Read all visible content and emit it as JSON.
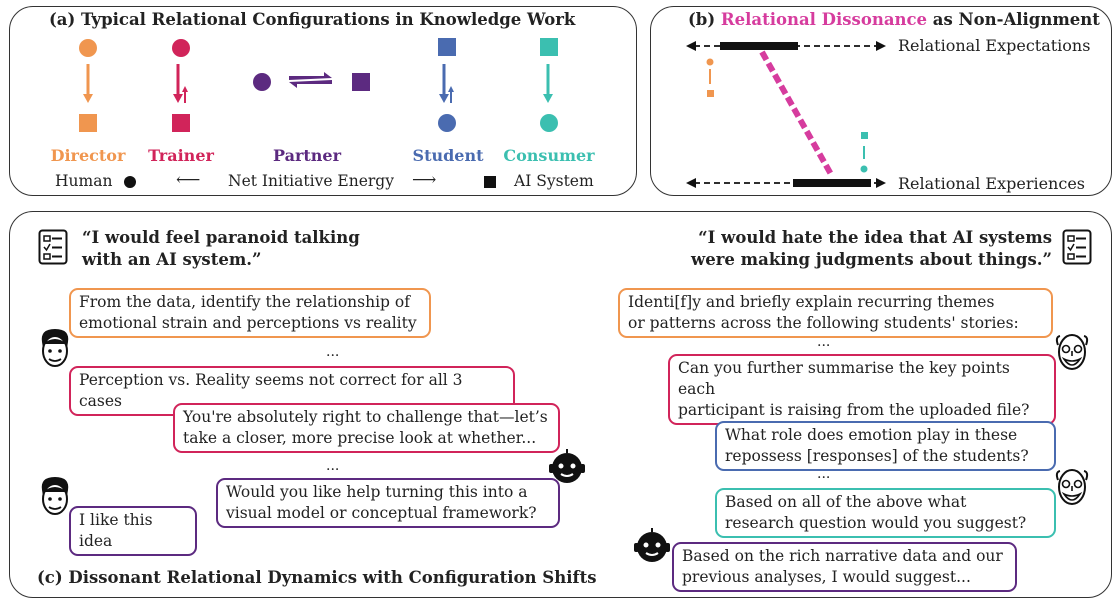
{
  "panel_a": {
    "title": "(a) Typical Relational Configurations in Knowledge Work",
    "roles": [
      {
        "name": "Director",
        "color": "#f0964f"
      },
      {
        "name": "Trainer",
        "color": "#d1245a"
      },
      {
        "name": "Partner",
        "color": "#5c2a80"
      },
      {
        "name": "Student",
        "color": "#4a6bb0"
      },
      {
        "name": "Consumer",
        "color": "#3bbfb0"
      }
    ],
    "legend": {
      "human": "Human",
      "arrow_left": "⟵",
      "energy": "Net Initiative Energy",
      "arrow_right": "⟶",
      "ai": "AI System"
    }
  },
  "panel_b": {
    "title_prefix": "(b) ",
    "title_highlight": "Relational Dissonance",
    "title_suffix": " as Non-Alignment",
    "expectations": "Relational Expectations",
    "experiences": "Relational Experiences",
    "highlight_color": "#d63c9e"
  },
  "panel_c": {
    "title": "(c) Dissonant Relational Dynamics with Configuration Shifts",
    "quote_left_1": "“I would feel paranoid talking",
    "quote_left_2": "with an AI system.”",
    "quote_right_1": "“I would hate the idea that AI systems",
    "quote_right_2": "were making judgments about things.”",
    "ellipsis": "...",
    "left_bubbles": [
      {
        "line1": "From the data, identify the relationship of",
        "line2": "emotional strain and perceptions vs reality",
        "color": "#f0964f"
      },
      {
        "line1": "Perception vs. Reality seems not correct for all 3 cases",
        "line2": "",
        "color": "#d1245a"
      },
      {
        "line1": "You're absolutely right to challenge that—let’s",
        "line2": "take a closer, more precise look at whether...",
        "color": "#d1245a"
      },
      {
        "line1": "I like this idea",
        "line2": "",
        "color": "#5c2a80"
      },
      {
        "line1": "Would you like help turning this into a",
        "line2": "visual model or conceptual framework?",
        "color": "#5c2a80"
      }
    ],
    "right_bubbles": [
      {
        "line1": "Identi[f]y and briefly explain recurring themes",
        "line2": "or patterns across the following students' stories:",
        "color": "#f0964f"
      },
      {
        "line1": "Can you further summarise the key points each",
        "line2": "participant is raising from the uploaded file?",
        "color": "#d1245a"
      },
      {
        "line1": "What role does emotion play in these",
        "line2": "repossess [responses] of the students?",
        "color": "#4a6bb0"
      },
      {
        "line1": "Based on all of the above what",
        "line2": "research question would you suggest?",
        "color": "#3bbfb0"
      },
      {
        "line1": "Based on the rich narrative data and our",
        "line2": "previous analyses, I would suggest...",
        "color": "#5c2a80"
      }
    ]
  }
}
